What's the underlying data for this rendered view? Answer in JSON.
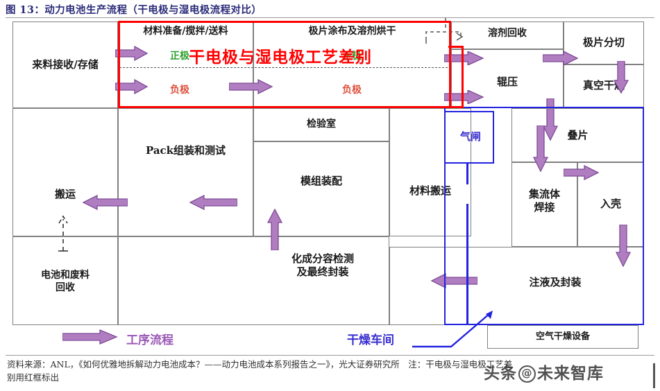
{
  "figure": {
    "title": "图 13：动力电池生产流程（干电极与湿电极流程对比）",
    "callout_note": "干电极与湿电极工艺差别"
  },
  "blocks": {
    "incoming": "来料接收/存储",
    "material_prep": "材料准备/搅拌/送料",
    "coating_drying": "极片涂布及溶剂烘干",
    "solvent_recovery": "溶剂回收",
    "calendering": "辊压",
    "slitting": "极片分切",
    "vacuum_drying": "真空干燥",
    "pack_assembly": "Pack组装和测试",
    "inspection_room": "检验室",
    "module_assembly": "模组装配",
    "formation_grading": "化成分容检测\n及最终封装",
    "handling": "搬运",
    "battery_scrap_recycle": "电池和废料\n回收",
    "airlock": "气闸",
    "material_transfer": "材料搬运",
    "stacking": "叠片",
    "current_collector_welding": "集流体\n焊接",
    "case_insertion": "入壳",
    "filling_sealing": "注液及封装",
    "air_drying_equipment": "空气干燥设备"
  },
  "electrode_labels": {
    "cathode_left": "正极",
    "anode_left": "负极",
    "cathode_right": "正极",
    "anode_right": "负极"
  },
  "legend": {
    "process_flow": "工序流程",
    "dry_room": "干燥车间"
  },
  "footer": {
    "line1": "资料来源：ANL，《如何优雅地拆解动力电池成本？——动力电池成本系列报告之一》，光大证券研究所　注：干电极与湿电极工艺差",
    "line2": "别用红框标出"
  },
  "watermark": {
    "left": "头条",
    "at": "@",
    "right": "未来智库"
  },
  "colors": {
    "title": "#2b2b7a",
    "arrow_purple": "#b07ec0",
    "arrow_purple_stroke": "#7d4a96",
    "red_highlight": "#ff0000",
    "blue_highlight": "#2222e0",
    "green_label": "#2aa02a",
    "orange_label": "#e0503c",
    "box_border": "#808080"
  }
}
